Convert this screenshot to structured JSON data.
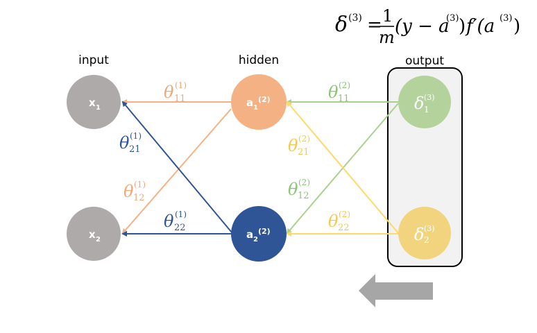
{
  "formula": {
    "lhs": "δ",
    "lhs_sup": "(3)",
    "equals": "=",
    "frac_num": "1",
    "frac_den": "m",
    "term1": "(y − a",
    "term1_sup": "(3)",
    "term1_close": ")",
    "term2": "f′(a",
    "term2_sup": "(3)",
    "term2_close": ")"
  },
  "layers": {
    "input": "input",
    "hidden": "hidden",
    "output": "output"
  },
  "nodes": {
    "x1": {
      "base": "x",
      "sub": "1",
      "color": "#aeaaaa"
    },
    "x2": {
      "base": "x",
      "sub": "2",
      "color": "#aeaaaa"
    },
    "a1": {
      "base": "a",
      "sub": "1",
      "sup": "(2)",
      "color": "#f4b183"
    },
    "a2": {
      "base": "a",
      "sub": "2",
      "sup": "(2)",
      "color": "#2f5597"
    },
    "d1": {
      "base": "δ",
      "sub": "1",
      "sup": "(3)",
      "color": "#b4d39c"
    },
    "d2": {
      "base": "δ",
      "sub": "2",
      "sup": "(3)",
      "color": "#f3d47e"
    }
  },
  "weights": {
    "t11_1": {
      "base": "θ",
      "sup": "(1)",
      "sub": "11",
      "color": "#f0a878"
    },
    "t21_1": {
      "base": "θ",
      "sup": "(1)",
      "sub": "21",
      "color": "#2f5597"
    },
    "t12_1": {
      "base": "θ",
      "sup": "(1)",
      "sub": "12",
      "color": "#f0a878"
    },
    "t22_1": {
      "base": "θ",
      "sup": "(1)",
      "sub": "22",
      "color": "#2f5597"
    },
    "t11_2": {
      "base": "θ",
      "sup": "(2)",
      "sub": "11",
      "color": "#8cc474"
    },
    "t21_2": {
      "base": "θ",
      "sup": "(2)",
      "sub": "21",
      "color": "#f5c84e"
    },
    "t12_2": {
      "base": "θ",
      "sup": "(2)",
      "sub": "12",
      "color": "#8cc474"
    },
    "t22_2": {
      "base": "θ",
      "sup": "(2)",
      "sub": "22",
      "color": "#f5c84e"
    }
  },
  "direction_arrow": {
    "icon": "left-arrow-icon",
    "color": "#a6a6a6"
  }
}
